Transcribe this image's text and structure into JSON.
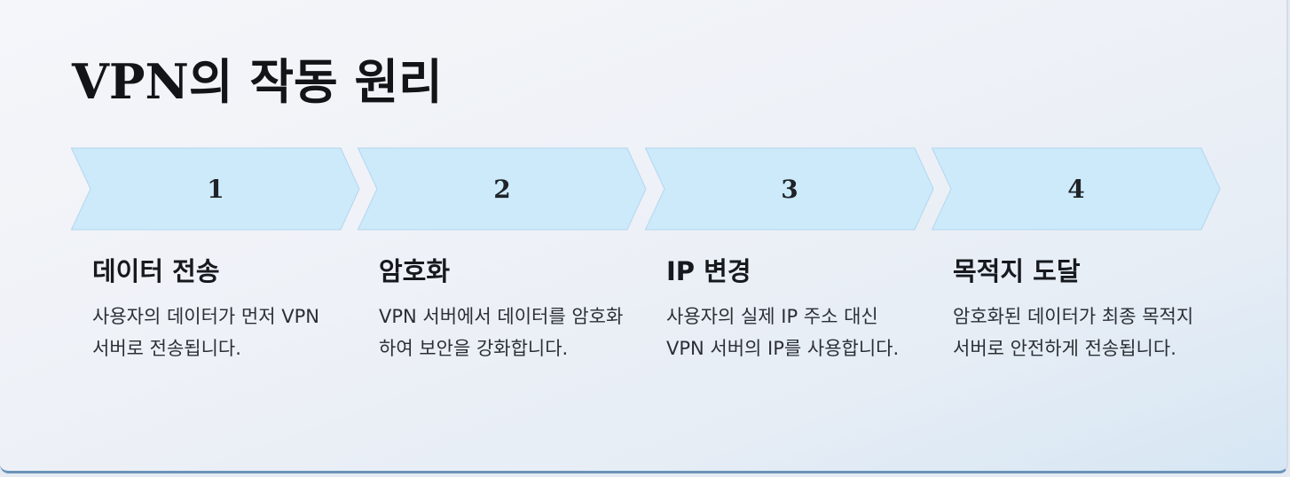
{
  "title": "VPN의 작동 원리",
  "steps": [
    {
      "number": "1",
      "title": "데이터 전송",
      "description": "사용자의 데이터가 먼저 VPN 서버로 전송됩니다."
    },
    {
      "number": "2",
      "title": "암호화",
      "description": "VPN 서버에서 데이터를 암호화하여 보안을 강화합니다."
    },
    {
      "number": "3",
      "title": "IP 변경",
      "description": "사용자의 실제 IP 주소 대신 VPN 서버의 IP를 사용합니다."
    },
    {
      "number": "4",
      "title": "목적지 도달",
      "description": "암호화된 데이터가 최종 목적지 서버로 안전하게 전송됩니다."
    }
  ],
  "colors": {
    "chevron_fill": "#cdeafb",
    "chevron_stroke": "#b3d6ee",
    "text": "#121417"
  }
}
